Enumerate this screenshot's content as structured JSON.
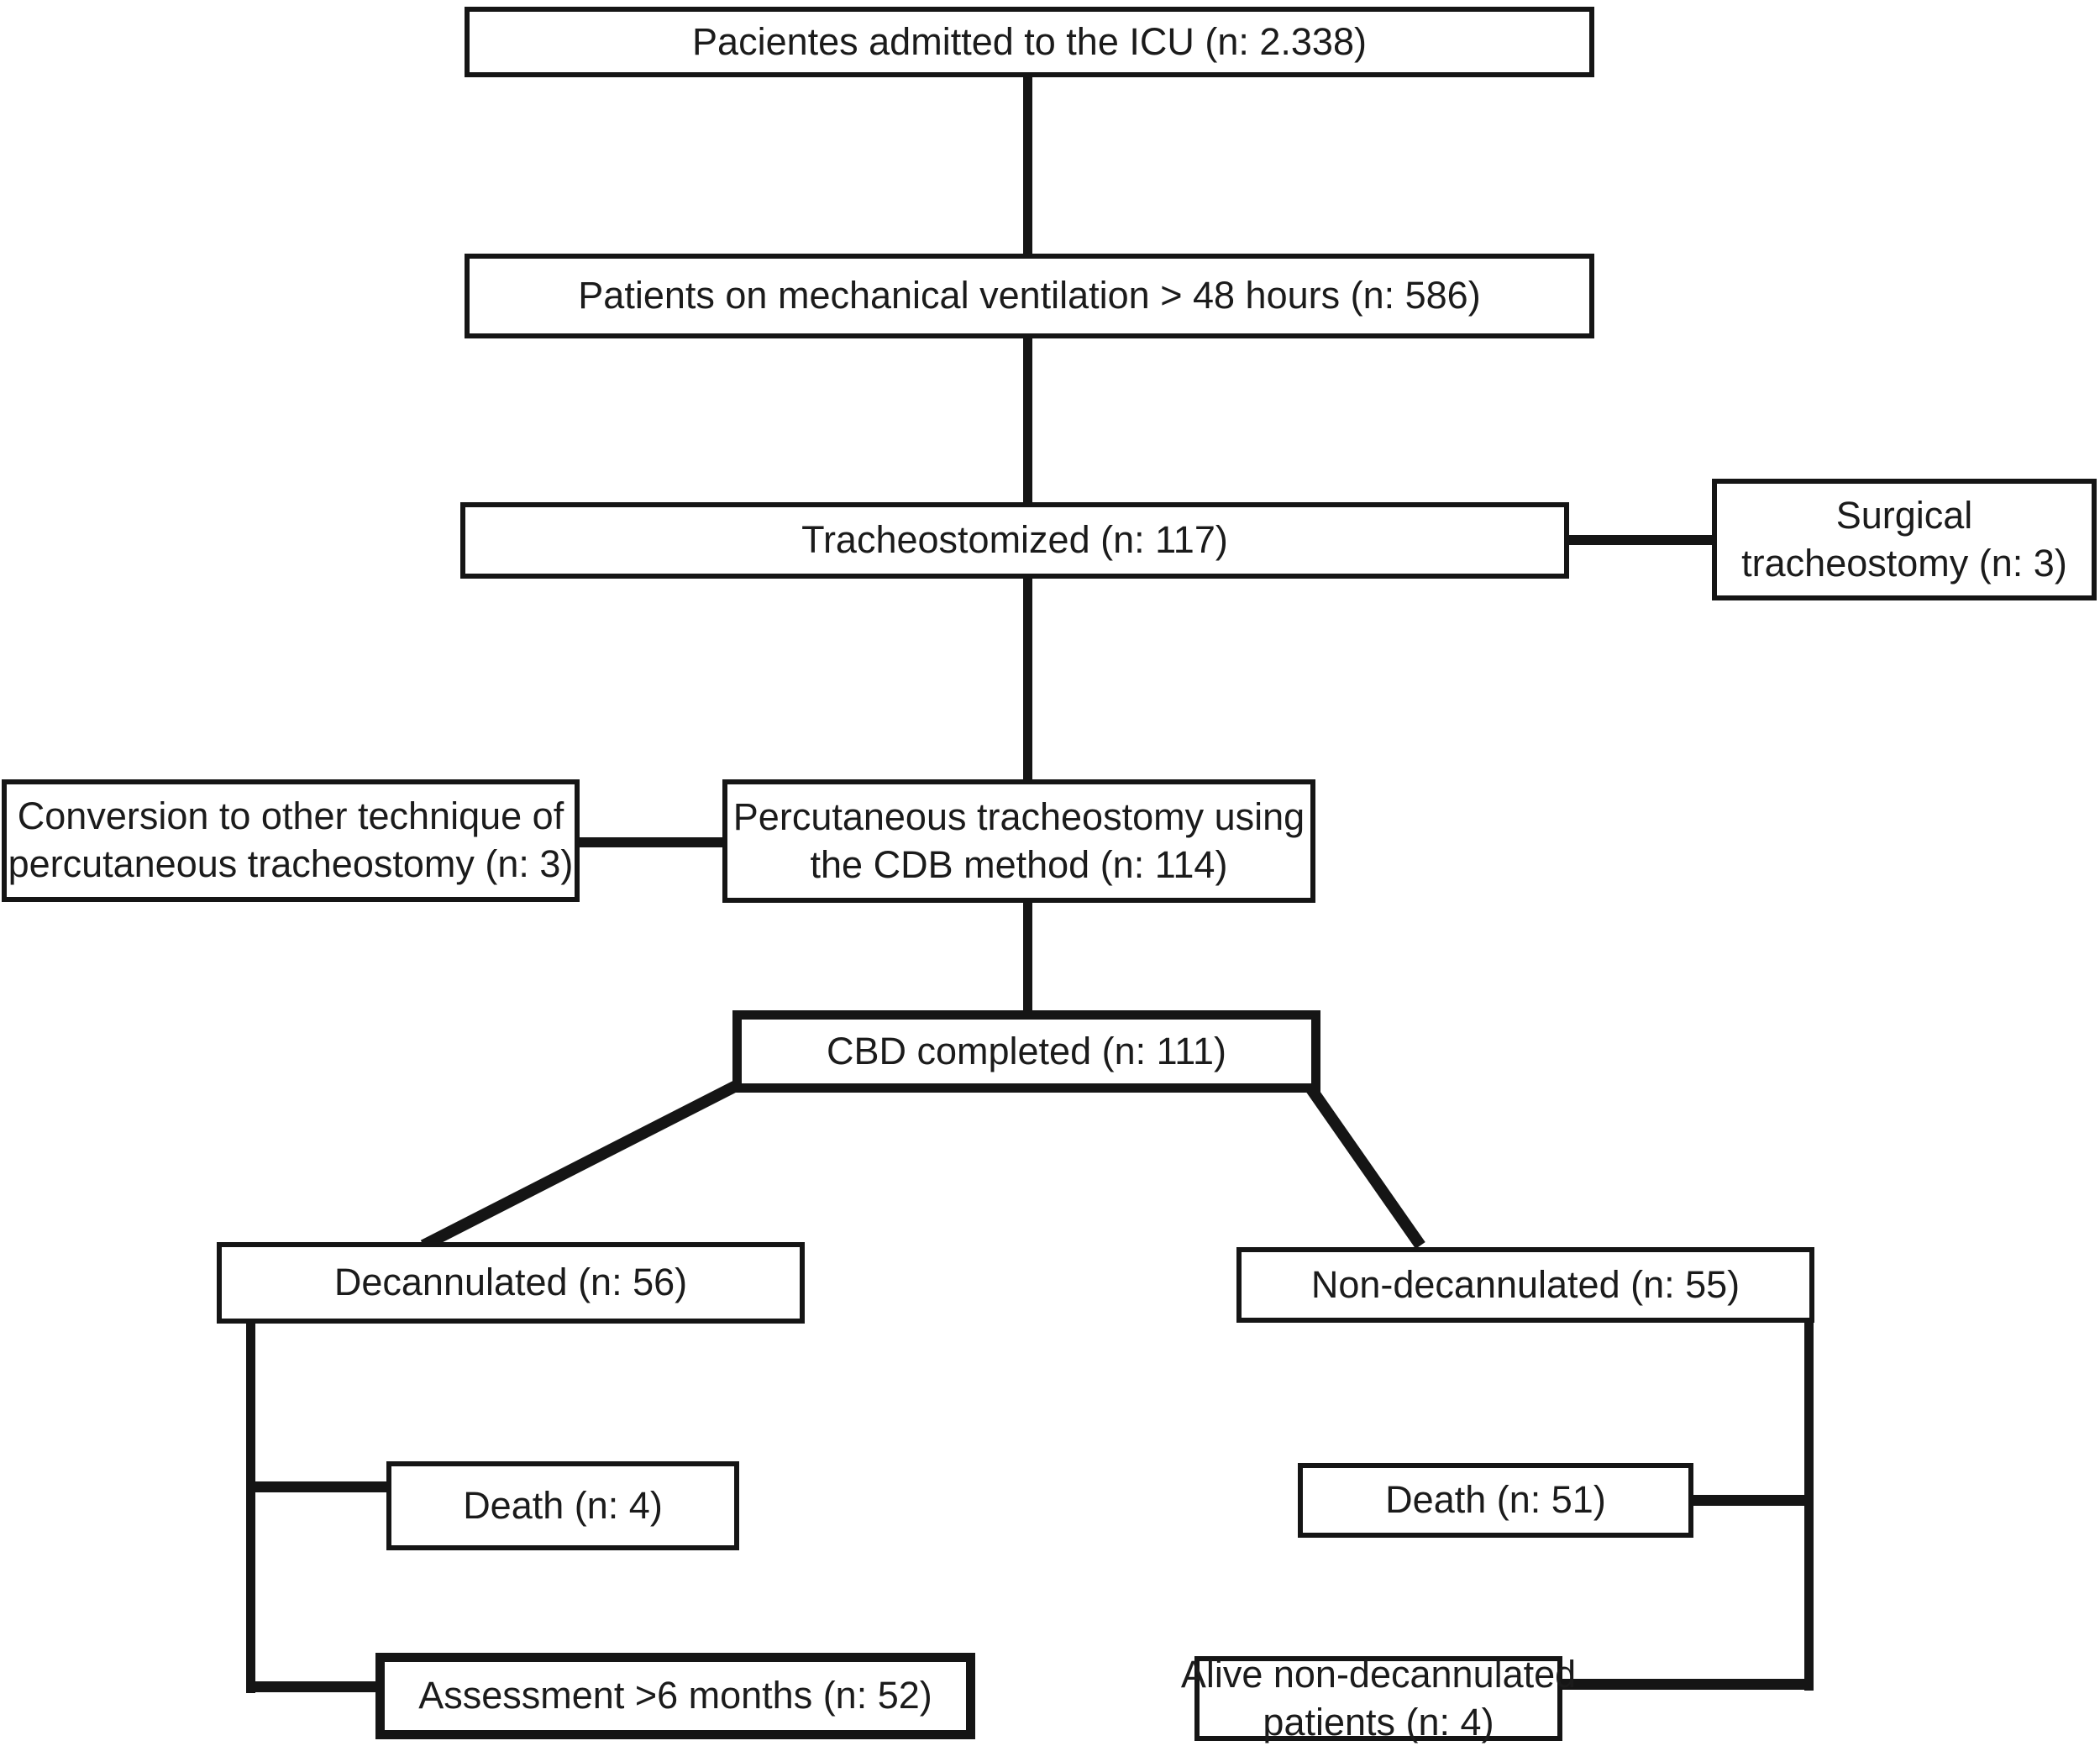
{
  "figure": {
    "title": "Patient flow diagram",
    "type": "flowchart",
    "style": {
      "background": "#ffffff",
      "line_color": "#151515",
      "text_color": "#1b1b1b"
    },
    "nodes": {
      "icu": {
        "label": "Pacientes admitted to the ICU (n: 2.338)",
        "n": 2338
      },
      "ventilation": {
        "label": "Patients on mechanical ventilation > 48 hours (n: 586)",
        "n": 586
      },
      "tracheostomized": {
        "label": "Tracheostomized (n: 117)",
        "n": 117
      },
      "surgical": {
        "line1": "Surgical",
        "line2": "tracheostomy (n: 3)",
        "n": 3
      },
      "conversion": {
        "line1": "Conversion to other technique of",
        "line2": "percutaneous tracheostomy (n: 3)",
        "n": 3
      },
      "percutaneous": {
        "line1": "Percutaneous tracheostomy using",
        "line2": "the CDB method (n: 114)",
        "n": 114
      },
      "cbd_completed": {
        "label": "CBD completed (n: 111)",
        "n": 111,
        "emphasis": true
      },
      "decannulated": {
        "label": "Decannulated (n: 56)",
        "n": 56
      },
      "non_decannulated": {
        "label": "Non-decannulated (n: 55)",
        "n": 55
      },
      "death_decannulated": {
        "label": "Death (n: 4)",
        "n": 4
      },
      "death_non_decannulated": {
        "label": "Death (n: 51)",
        "n": 51
      },
      "assessment": {
        "label": "Assessment >6 months (n: 52)",
        "n": 52,
        "emphasis": true
      },
      "alive": {
        "line1": "Alive non-decannulated",
        "line2": "patients (n: 4)",
        "n": 4
      }
    },
    "edges": [
      "icu -> ventilation",
      "ventilation -> tracheostomized",
      "tracheostomized -> surgical",
      "tracheostomized -> percutaneous",
      "percutaneous -> conversion",
      "percutaneous -> cbd_completed",
      "cbd_completed -> decannulated",
      "cbd_completed -> non_decannulated",
      "decannulated -> death_decannulated",
      "decannulated -> assessment",
      "non_decannulated -> death_non_decannulated",
      "non_decannulated -> alive"
    ]
  }
}
